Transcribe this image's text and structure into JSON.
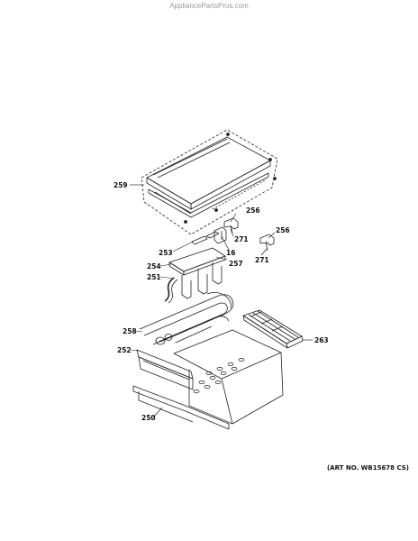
{
  "watermark": "AppliancePartsPros.com",
  "callouts": {
    "c259": "259",
    "c256a": "256",
    "c271a": "271",
    "c253": "253",
    "c16": "16",
    "c256b": "256",
    "c254": "254",
    "c257": "257",
    "c271b": "271",
    "c251": "251",
    "c258": "258",
    "c263": "263",
    "c252": "252",
    "c250": "250"
  },
  "art_no": "(ART NO. WB15678 CS)"
}
